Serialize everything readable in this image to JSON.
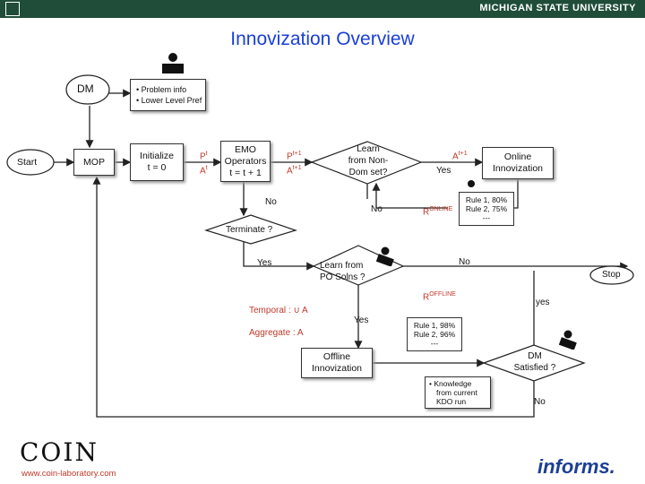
{
  "header": {
    "university": "MICHIGAN STATE UNIVERSITY"
  },
  "title": "Innovization Overview",
  "nodes": {
    "dm": "DM",
    "dm_notes": [
      "Problem info",
      "Lower Level Pref"
    ],
    "start": "Start",
    "mop": "MOP",
    "init": [
      "Initialize",
      "t = 0"
    ],
    "emo": [
      "EMO",
      "Operators",
      "t = t + 1"
    ],
    "learn_nondom": [
      "Learn",
      "from Non-",
      "Dom set?"
    ],
    "online": [
      "Online",
      "Innovization"
    ],
    "terminate": "Terminate ?",
    "learn_po": [
      "Learn from",
      "PO Solns ?"
    ],
    "offline": [
      "Offline",
      "Innovization"
    ],
    "dm_satisfied": [
      "DM",
      "Satisfied ?"
    ],
    "stop": "Stop",
    "knowledge_note": [
      "Knowledge",
      "from current",
      "KDO run"
    ]
  },
  "edge_labels": {
    "p_t": "P",
    "p_t_sup": "t",
    "a_t": "A",
    "a_t_sup": "t",
    "p_t1": "P",
    "p_t1_sup": "t+1",
    "a_t1": "A",
    "a_t1_sup": "t+1",
    "a_t1_right": "A",
    "a_t1_right_sup": "t+1",
    "yes_online": "Yes",
    "no_learn": "No",
    "no_emo": "No",
    "r_online": "R",
    "r_online_sup": "ONLINE",
    "rules_online": [
      "Rule 1, 80%",
      "Rule 2, 75%",
      "---"
    ],
    "yes_term": "Yes",
    "no_term": "No",
    "r_offline": "R",
    "r_offline_sup": "OFFLINE",
    "yes_offline": "Yes",
    "rules_offline": [
      "Rule 1, 98%",
      "Rule 2, 96%",
      "---"
    ],
    "yes_satisfied": "yes",
    "no_satisfied": "No"
  },
  "formulas": {
    "temporal": "Temporal : ∪ A",
    "aggregate": "Aggregate : A"
  },
  "footer": {
    "url": "www.coin-laboratory.com",
    "coin_logo": "COIN",
    "informs_logo": "informs."
  }
}
